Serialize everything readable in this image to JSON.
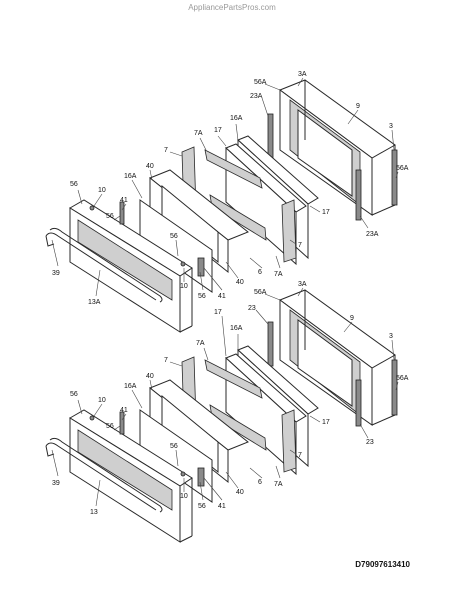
{
  "header": {
    "site": "AppliancePartsPros.com"
  },
  "footer": {
    "diagram_code": "D79097613410"
  },
  "upper_assembly": {
    "labels": [
      "56A",
      "3A",
      "23A",
      "9",
      "3",
      "7A",
      "17",
      "16A",
      "7",
      "56A",
      "40",
      "16A",
      "56",
      "10",
      "41",
      "56",
      "17",
      "23A",
      "7",
      "39",
      "56",
      "10",
      "56",
      "41",
      "40",
      "6",
      "7A",
      "13A"
    ]
  },
  "lower_assembly": {
    "labels": [
      "56A",
      "3A",
      "23",
      "9",
      "17",
      "16A",
      "3",
      "7A",
      "56A",
      "7",
      "40",
      "16A",
      "56",
      "10",
      "41",
      "56",
      "17",
      "23",
      "39",
      "56",
      "7",
      "10",
      "56",
      "41",
      "40",
      "6",
      "7A",
      "13"
    ]
  }
}
